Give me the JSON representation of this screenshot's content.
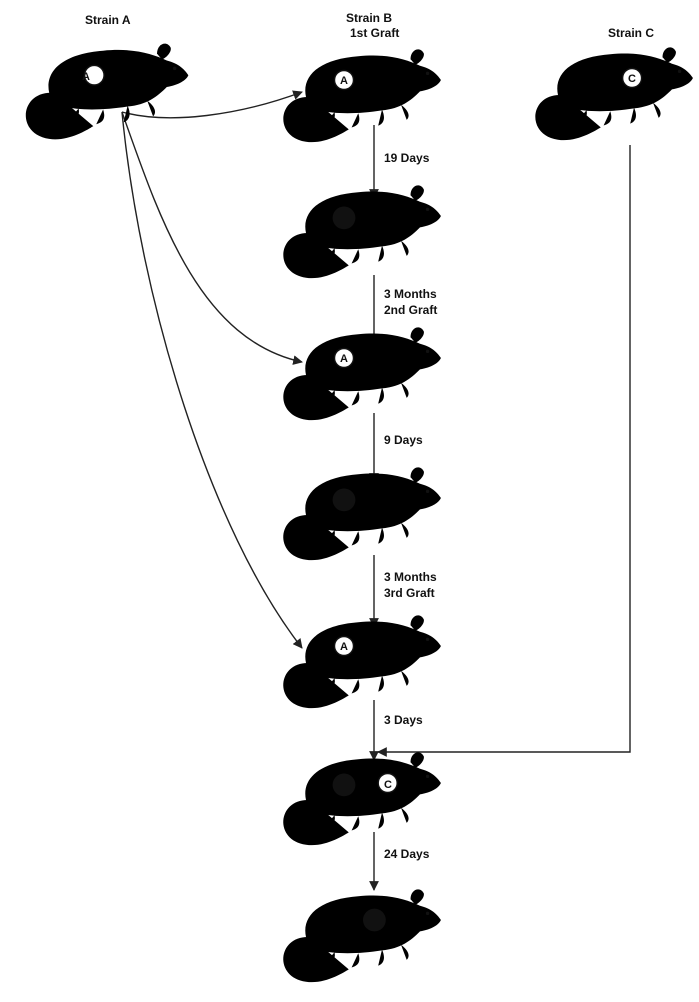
{
  "columns": {
    "strain_a": {
      "title": "Strain A"
    },
    "strain_b": {
      "title_line1": "Strain B",
      "title_line2": "1st Graft"
    },
    "strain_c": {
      "title": "Strain C"
    }
  },
  "graft_labels": {
    "a": "A",
    "c": "C"
  },
  "steps": [
    {
      "line1": "19 Days",
      "line2": ""
    },
    {
      "line1": "3 Months",
      "line2": "2nd Graft"
    },
    {
      "line1": "9 Days",
      "line2": ""
    },
    {
      "line1": "3 Months",
      "line2": "3rd Graft"
    },
    {
      "line1": "3 Days",
      "line2": ""
    },
    {
      "line1": "24 Days",
      "line2": ""
    }
  ]
}
